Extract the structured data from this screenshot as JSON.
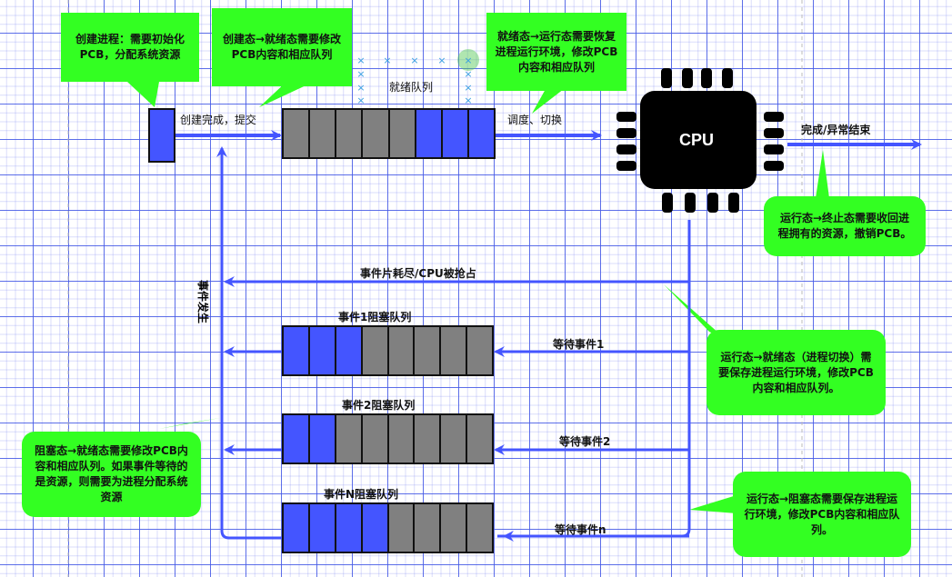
{
  "colors": {
    "arrow": "#4455ff",
    "process_active": "#4455ff",
    "process_empty": "#808080",
    "callout": "#33ff22",
    "cpu": "#000000",
    "marker": "#3aa0e0"
  },
  "nodes": {
    "new_process": {
      "state": "new"
    },
    "cpu": {
      "label": "CPU"
    }
  },
  "queues": {
    "ready": {
      "title": "就绪队列",
      "cells": [
        "empty",
        "empty",
        "empty",
        "empty",
        "empty",
        "active",
        "active",
        "active"
      ]
    },
    "event1": {
      "title": "事件1阻塞队列",
      "cells": [
        "active",
        "active",
        "active",
        "empty",
        "empty",
        "empty",
        "empty",
        "empty"
      ]
    },
    "event2": {
      "title": "事件2阻塞队列",
      "cells": [
        "active",
        "active",
        "empty",
        "empty",
        "empty",
        "empty",
        "empty",
        "empty"
      ]
    },
    "eventN": {
      "title": "事件N阻塞队列",
      "cells": [
        "active",
        "active",
        "active",
        "active",
        "empty",
        "empty",
        "empty",
        "empty"
      ]
    }
  },
  "arrows": {
    "create_submit": "创建完成，提交",
    "dispatch": "调度、切换",
    "finish": "完成/异常结束",
    "timeslice": "事件片耗尽/CPU被抢占",
    "wait1": "等待事件1",
    "wait2": "等待事件2",
    "waitN": "等待事件n",
    "event_occurs": "事件发生"
  },
  "callouts": {
    "create_process": [
      "创建进程：需要初始化",
      "PCB，分配系统资源"
    ],
    "new_to_ready": [
      "创建态→就绪态需要修改",
      "PCB内容和相应队列"
    ],
    "ready_to_running": [
      "就绪态→运行态需要恢复",
      "进程运行环境，修改PCB",
      "内容和相应队列"
    ],
    "running_to_terminated": [
      "运行态→终止态需要收回进",
      "程拥有的资源，撤销PCB。"
    ],
    "running_to_ready": [
      "运行态→就绪态（进程切换）需",
      "要保存进程运行环境，修改PCB",
      "内容和相应队列。"
    ],
    "blocked_to_ready": [
      "阻塞态→就绪态需要修改PCB内",
      "容和相应队列。如果事件等待的",
      "是资源，则需要为进程分配系统",
      "资源"
    ],
    "running_to_blocked": [
      "运行态→阻塞态需要保存进程运",
      "行环境，修改PCB内容和相应队",
      "列。"
    ]
  }
}
